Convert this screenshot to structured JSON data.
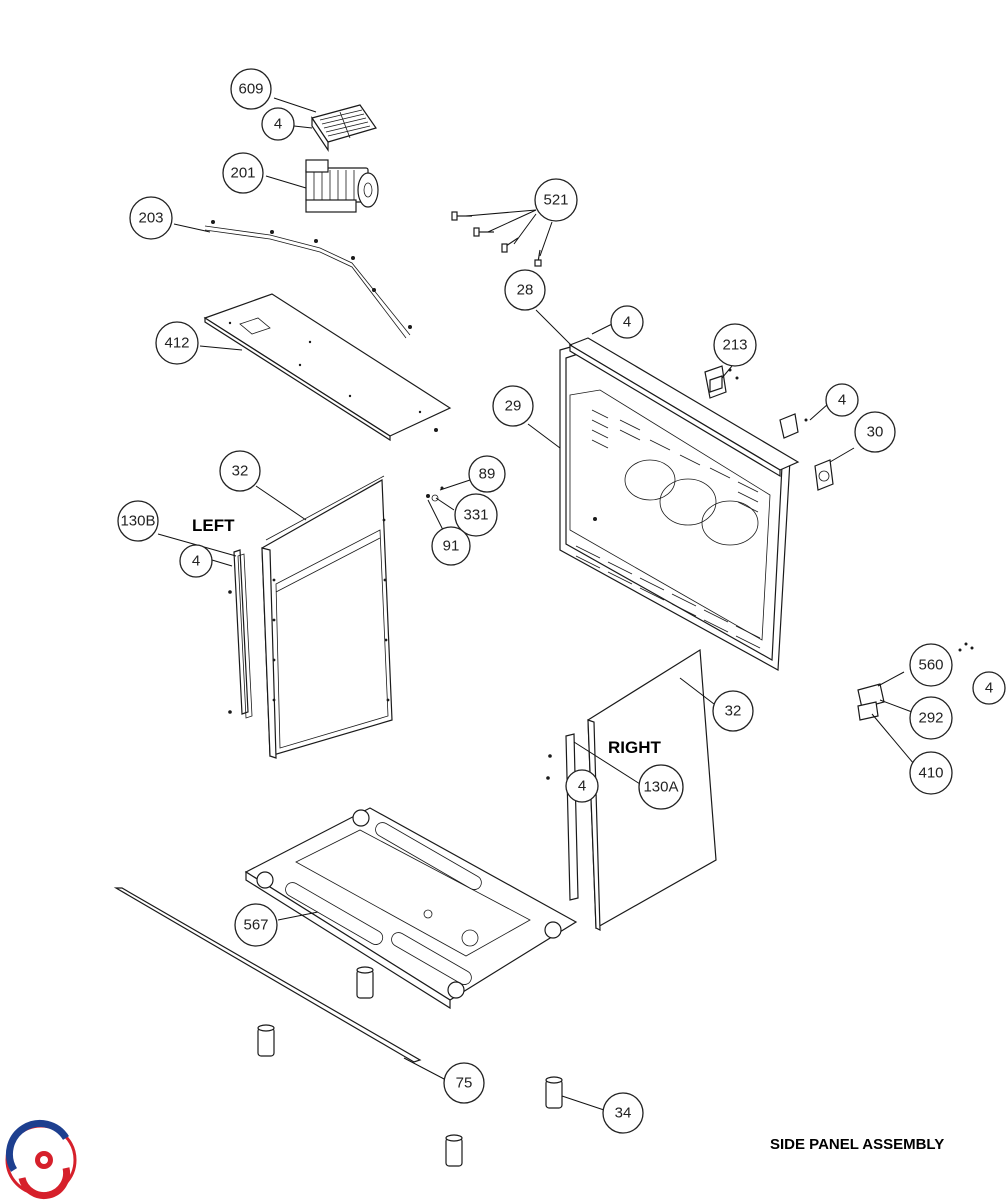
{
  "diagram": {
    "footer_title": "SIDE PANEL ASSEMBLY",
    "side_labels": {
      "left": "LEFT",
      "right": "RIGHT"
    },
    "callouts": {
      "c609": "609",
      "c4a": "4",
      "c201": "201",
      "c203": "203",
      "c412": "412",
      "c521": "521",
      "c28": "28",
      "c4b": "4",
      "c213": "213",
      "c29": "29",
      "c4c": "4",
      "c30": "30",
      "c32a": "32",
      "c89": "89",
      "c331": "331",
      "c91": "91",
      "c130b": "130B",
      "c4d": "4",
      "c560": "560",
      "c4e": "4",
      "c292": "292",
      "c410": "410",
      "c32b": "32",
      "c4f": "4",
      "c130a": "130A",
      "c567": "567",
      "c75": "75",
      "c34": "34"
    },
    "colors": {
      "logo_red": "#d6202b",
      "logo_blue": "#1d3f8f",
      "line": "#1a1a1a"
    }
  }
}
